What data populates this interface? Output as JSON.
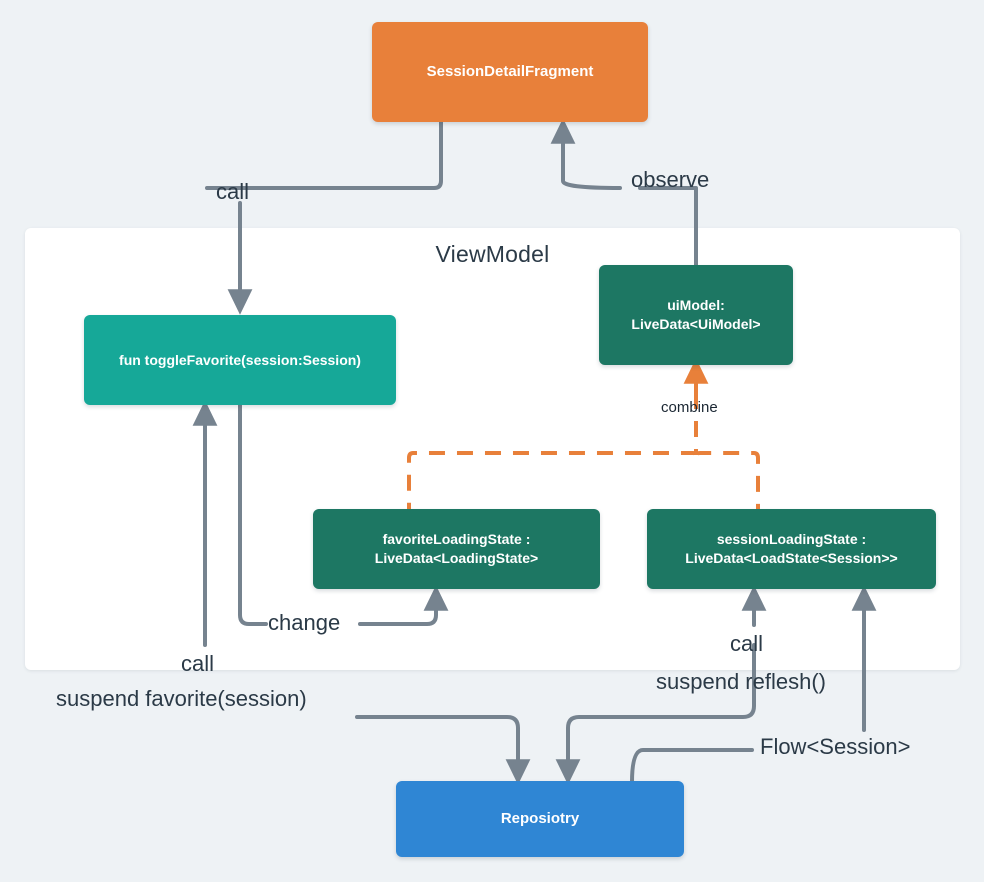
{
  "diagram": {
    "title": "ViewModel architecture flow",
    "background_color": "#eef2f5",
    "panel": {
      "label": "ViewModel",
      "background_color": "#ffffff"
    },
    "nodes": [
      {
        "id": "fragment",
        "label": "SessionDetailFragment",
        "color": "#e8803a"
      },
      {
        "id": "togglefavorite",
        "label": "fun toggleFavorite(session:Session)",
        "color": "#16a898"
      },
      {
        "id": "uimodel",
        "line1": "uiModel:",
        "line2": "LiveData<UiModel>",
        "color": "#1d7763"
      },
      {
        "id": "favoriteloading",
        "line1": "favoriteLoadingState :",
        "line2": "LiveData<LoadingState>",
        "color": "#1d7763"
      },
      {
        "id": "sessionloading",
        "line1": "sessionLoadingState :",
        "line2": "LiveData<LoadState<Session>>",
        "color": "#1d7763"
      },
      {
        "id": "repository",
        "label": "Reposiotry",
        "color": "#2f86d4"
      }
    ],
    "edges": [
      {
        "id": "call-top",
        "label": "call",
        "from": "fragment",
        "to": "togglefavorite",
        "color": "#76838f",
        "style": "solid"
      },
      {
        "id": "observe",
        "label": "observe",
        "from": "uimodel",
        "to": "fragment",
        "color": "#76838f",
        "style": "solid"
      },
      {
        "id": "combine",
        "label": "combine",
        "from": "loadingstates",
        "to": "uimodel",
        "color": "#e8803a",
        "style": "dashed"
      },
      {
        "id": "change",
        "label": "change",
        "from": "togglefavorite",
        "to": "favoriteloading",
        "color": "#76838f",
        "style": "solid"
      },
      {
        "id": "call-left",
        "label": "call",
        "from": "repository",
        "to": "togglefavorite",
        "color": "#76838f",
        "style": "solid"
      },
      {
        "id": "suspend-fav",
        "label": "suspend favorite(session)",
        "from": "togglefavorite",
        "to": "repository",
        "color": "#76838f",
        "style": "solid"
      },
      {
        "id": "call-right",
        "label": "call",
        "from": "repository",
        "to": "sessionloading",
        "color": "#76838f",
        "style": "solid"
      },
      {
        "id": "suspend-refl",
        "label": "suspend reflesh()",
        "from": "sessionloading",
        "to": "repository",
        "color": "#76838f",
        "style": "solid"
      },
      {
        "id": "flow",
        "label": "Flow<Session>",
        "from": "repository",
        "to": "sessionloading",
        "color": "#76838f",
        "style": "solid"
      }
    ]
  }
}
